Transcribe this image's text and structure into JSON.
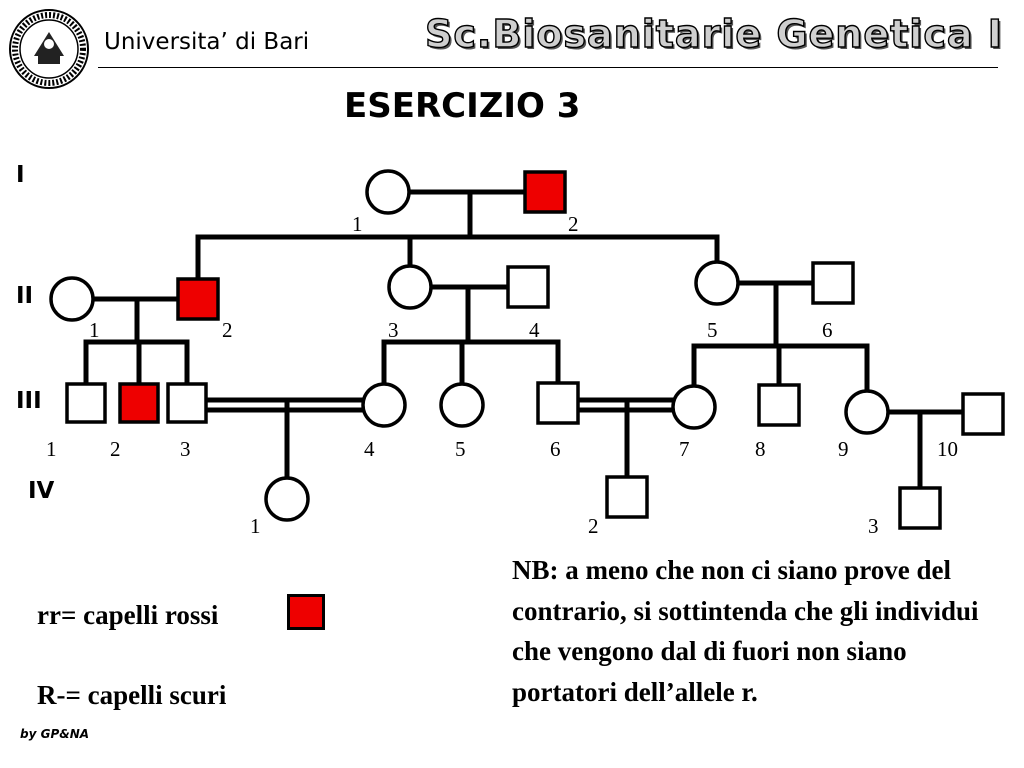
{
  "header": {
    "university": "Universita’ di Bari",
    "course": "Sc.Biosanitarie   Genetica I",
    "logo_icon": "university-seal-icon"
  },
  "title": "ESERCIZIO 3",
  "pedigree": {
    "generations": [
      "I",
      "II",
      "III",
      "IV"
    ],
    "individuals": [
      {
        "id": "I-1",
        "generation": "I",
        "number": "1",
        "sex": "female",
        "affected": false
      },
      {
        "id": "I-2",
        "generation": "I",
        "number": "2",
        "sex": "male",
        "affected": true
      },
      {
        "id": "II-1",
        "generation": "II",
        "number": "1",
        "sex": "female",
        "affected": false
      },
      {
        "id": "II-2",
        "generation": "II",
        "number": "2",
        "sex": "male",
        "affected": true
      },
      {
        "id": "II-3",
        "generation": "II",
        "number": "3",
        "sex": "female",
        "affected": false
      },
      {
        "id": "II-4",
        "generation": "II",
        "number": "4",
        "sex": "male",
        "affected": false
      },
      {
        "id": "II-5",
        "generation": "II",
        "number": "5",
        "sex": "female",
        "affected": false
      },
      {
        "id": "II-6",
        "generation": "II",
        "number": "6",
        "sex": "male",
        "affected": false
      },
      {
        "id": "III-1",
        "generation": "III",
        "number": "1",
        "sex": "male",
        "affected": false
      },
      {
        "id": "III-2",
        "generation": "III",
        "number": "2",
        "sex": "male",
        "affected": true
      },
      {
        "id": "III-3",
        "generation": "III",
        "number": "3",
        "sex": "male",
        "affected": false
      },
      {
        "id": "III-4",
        "generation": "III",
        "number": "4",
        "sex": "female",
        "affected": false
      },
      {
        "id": "III-5",
        "generation": "III",
        "number": "5",
        "sex": "female",
        "affected": false
      },
      {
        "id": "III-6",
        "generation": "III",
        "number": "6",
        "sex": "male",
        "affected": false
      },
      {
        "id": "III-7",
        "generation": "III",
        "number": "7",
        "sex": "female",
        "affected": false
      },
      {
        "id": "III-8",
        "generation": "III",
        "number": "8",
        "sex": "male",
        "affected": false
      },
      {
        "id": "III-9",
        "generation": "III",
        "number": "9",
        "sex": "female",
        "affected": false
      },
      {
        "id": "III-10",
        "generation": "III",
        "number": "10",
        "sex": "male",
        "affected": false
      },
      {
        "id": "IV-1",
        "generation": "IV",
        "number": "1",
        "sex": "female",
        "affected": false
      },
      {
        "id": "IV-2",
        "generation": "IV",
        "number": "2",
        "sex": "male",
        "affected": false
      },
      {
        "id": "IV-3",
        "generation": "IV",
        "number": "3",
        "sex": "male",
        "affected": false
      }
    ],
    "matings": [
      {
        "partners": [
          "I-1",
          "I-2"
        ],
        "consanguineous": false,
        "children": [
          "II-2",
          "II-3",
          "II-5"
        ]
      },
      {
        "partners": [
          "II-1",
          "II-2"
        ],
        "consanguineous": false,
        "children": [
          "III-1",
          "III-2",
          "III-3"
        ]
      },
      {
        "partners": [
          "II-3",
          "II-4"
        ],
        "consanguineous": false,
        "children": [
          "III-4",
          "III-5",
          "III-6"
        ]
      },
      {
        "partners": [
          "II-5",
          "II-6"
        ],
        "consanguineous": false,
        "children": [
          "III-7",
          "III-8",
          "III-9"
        ]
      },
      {
        "partners": [
          "III-3",
          "III-4"
        ],
        "consanguineous": true,
        "children": [
          "IV-1"
        ]
      },
      {
        "partners": [
          "III-6",
          "III-7"
        ],
        "consanguineous": true,
        "children": [
          "IV-2"
        ]
      },
      {
        "partners": [
          "III-9",
          "III-10"
        ],
        "consanguineous": false,
        "children": [
          "IV-3"
        ]
      }
    ],
    "colors": {
      "affected": "#ee0000",
      "unaffected": "#ffffff",
      "line": "#000000"
    }
  },
  "legend": {
    "affected_label": "rr= capelli rossi",
    "unaffected_label": "R-= capelli scuri"
  },
  "note": "NB: a meno che non ci siano prove del contrario, si sottintenda che gli individui che vengono dal di fuori non siano portatori dell’allele r.",
  "credit": "by GP&NA"
}
